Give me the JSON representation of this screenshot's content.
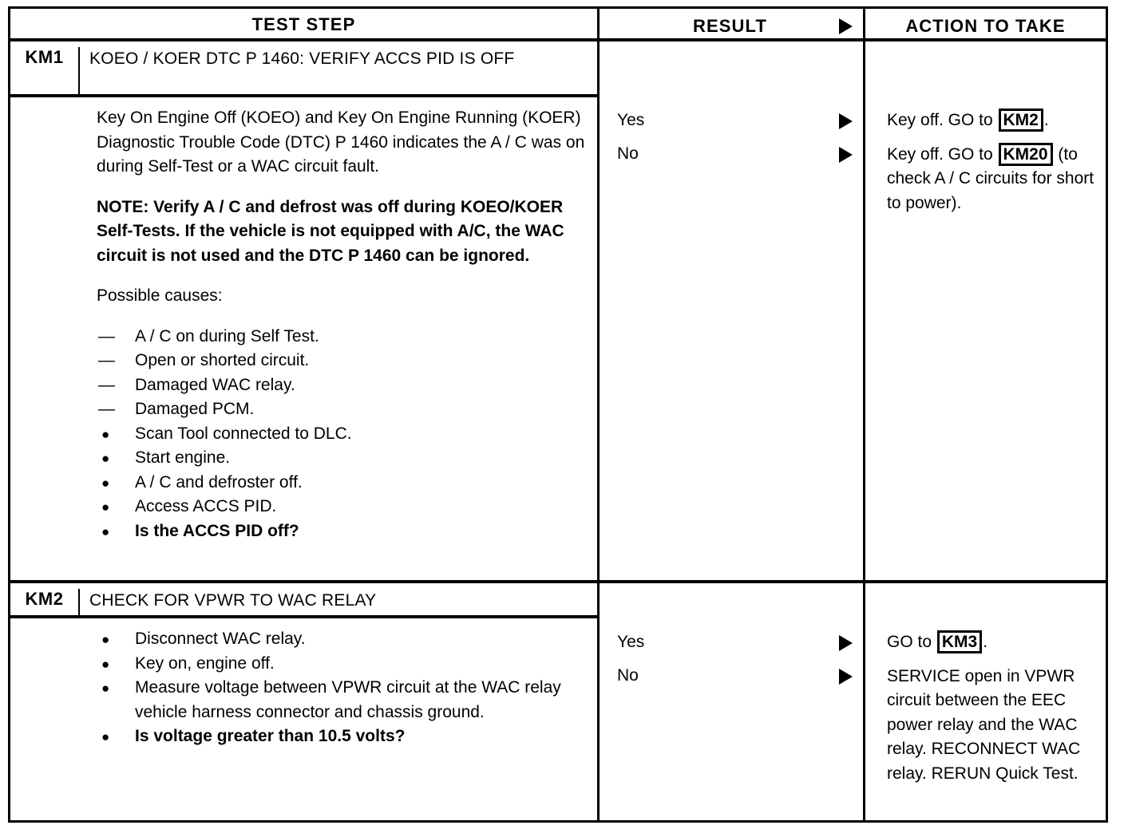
{
  "columns": {
    "test_step": "TEST STEP",
    "result": "RESULT",
    "action": "ACTION TO TAKE",
    "header_arrow_icon": "right-triangle-icon"
  },
  "steps": [
    {
      "id": "KM1",
      "title": "KOEO / KOER DTC P 1460: VERIFY ACCS PID IS OFF",
      "body": {
        "paragraph_1": "Key On Engine Off (KOEO) and Key On Engine Running (KOER) Diagnostic Trouble Code (DTC) P 1460 indicates the A / C was on during Self-Test or a WAC circuit fault.",
        "note": "NOTE: Verify A / C and defrost was off during KOEO/KOER Self-Tests. If the vehicle is not equipped with A/C, the WAC circuit is not used and the DTC P 1460 can be ignored.",
        "causes_label": "Possible causes:",
        "causes": [
          "A / C on during Self Test.",
          "Open or shorted circuit.",
          "Damaged WAC relay.",
          "Damaged PCM."
        ],
        "actions": [
          {
            "text": "Scan Tool connected to DLC.",
            "bold": false
          },
          {
            "text": "Start engine.",
            "bold": false
          },
          {
            "text": "A / C and defroster off.",
            "bold": false
          },
          {
            "text": "Access ACCS PID.",
            "bold": false
          },
          {
            "text": "Is the ACCS PID off?",
            "bold": true
          }
        ]
      },
      "results": [
        "Yes",
        "No"
      ],
      "actions_to_take": [
        {
          "pre": "Key off. GO to ",
          "ref": "KM2",
          "post": "."
        },
        {
          "pre": "Key off. GO to ",
          "ref": "KM20",
          "post": " (to check A / C circuits for short to power)."
        }
      ]
    },
    {
      "id": "KM2",
      "title": "CHECK FOR VPWR TO WAC RELAY",
      "body": {
        "actions": [
          {
            "text": "Disconnect WAC relay.",
            "bold": false
          },
          {
            "text": "Key on, engine off.",
            "bold": false
          },
          {
            "text": "Measure voltage between VPWR circuit at the WAC relay vehicle harness connector and chassis ground.",
            "bold": false
          },
          {
            "text": "Is voltage greater than 10.5 volts?",
            "bold": true
          }
        ]
      },
      "results": [
        "Yes",
        "No"
      ],
      "actions_to_take": [
        {
          "pre": "GO to ",
          "ref": "KM3",
          "post": "."
        },
        {
          "pre": "SERVICE open in VPWR circuit between the EEC power relay and the WAC relay. RECONNECT WAC relay. RERUN Quick Test.",
          "ref": "",
          "post": ""
        }
      ]
    }
  ],
  "markers": {
    "dash": "—",
    "dot": "●",
    "arrow_icon": "right-triangle-icon"
  },
  "colors": {
    "ink": "#000000",
    "paper": "#ffffff"
  }
}
